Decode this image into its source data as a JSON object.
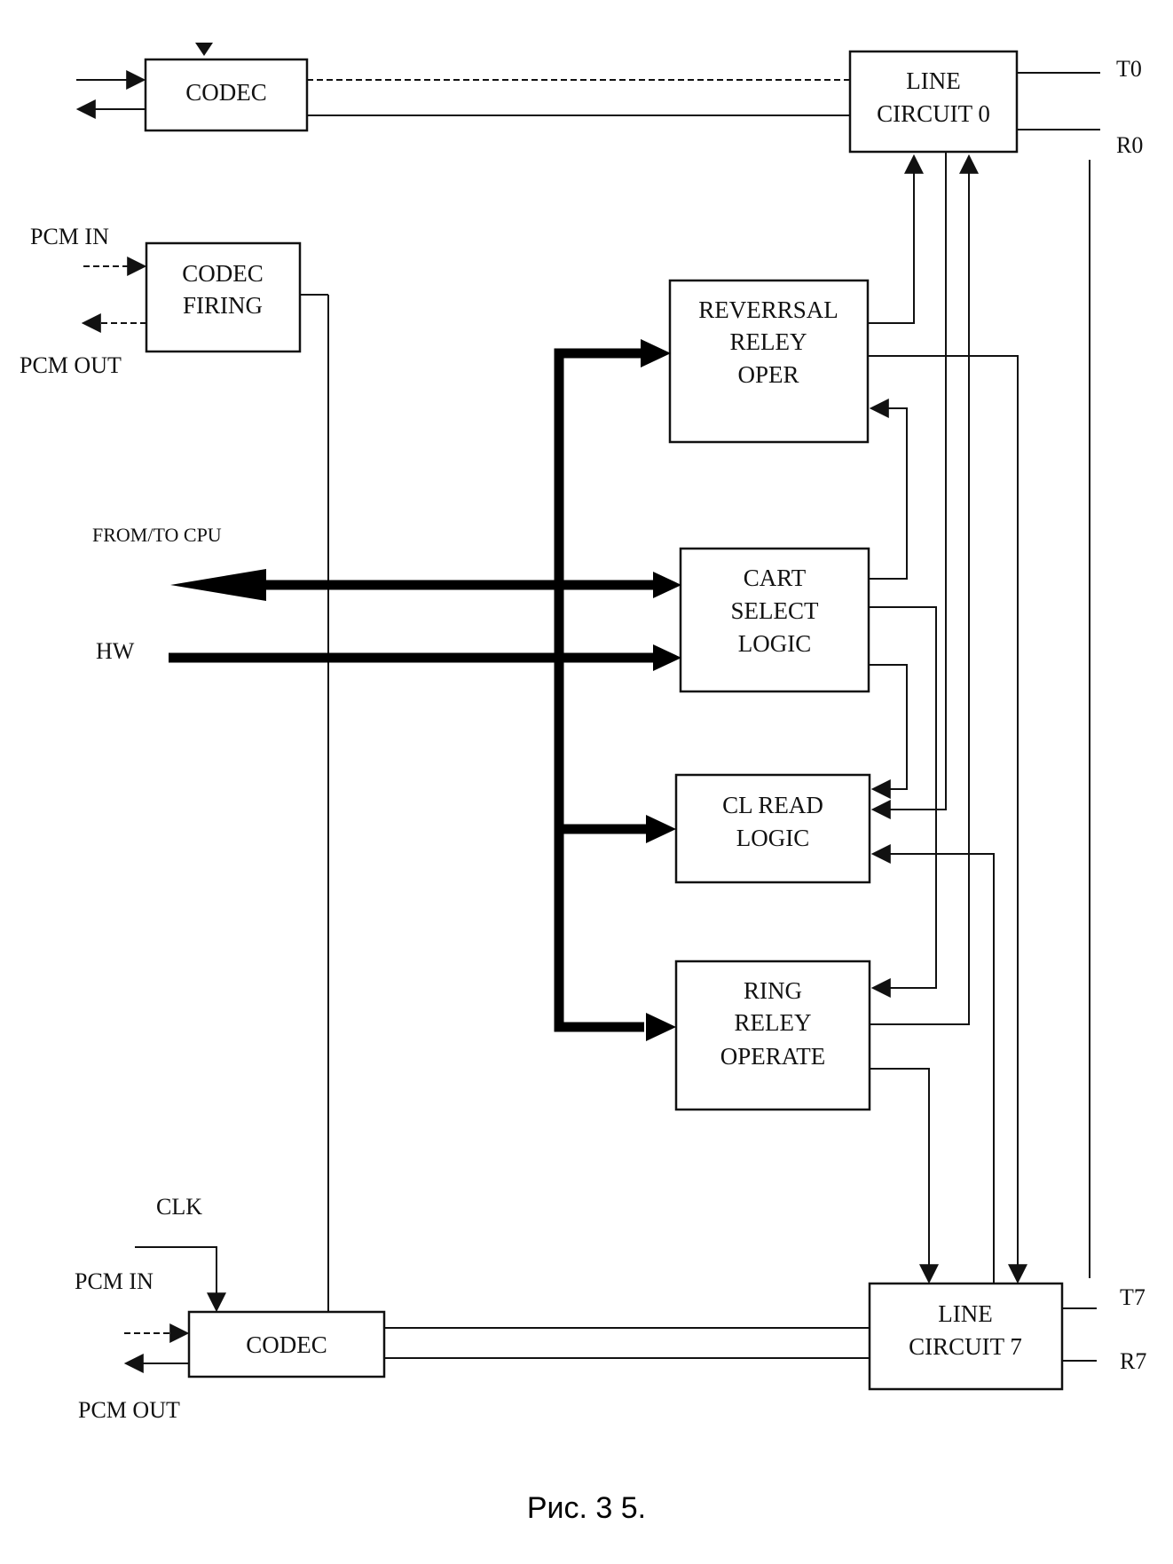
{
  "blocks": {
    "codec_top": [
      "CODEC"
    ],
    "line_circuit_0": [
      "LINE",
      "CIRCUIT 0"
    ],
    "codec_firing": [
      "CODEC",
      "FIRING"
    ],
    "reversal_relay": [
      "REVERRSAL",
      "RELEY",
      "OPER"
    ],
    "cart_select": [
      "CART",
      "SELECT",
      "LOGIC"
    ],
    "cl_read": [
      "CL READ",
      "LOGIC"
    ],
    "ring_relay": [
      "RING",
      "RELEY",
      "OPERATE"
    ],
    "codec_bottom": [
      "CODEC"
    ],
    "line_circuit_7": [
      "LINE",
      "CIRCUIT 7"
    ]
  },
  "labels": {
    "t0": "T0",
    "r0": "R0",
    "t7": "T7",
    "r7": "R7",
    "pcm_in_top": "PCM IN",
    "pcm_out_top": "PCM OUT",
    "from_to_cpu": "FROM/TO CPU",
    "hw": "HW",
    "clk": "CLK",
    "pcm_in_bottom": "PCM IN",
    "pcm_out_bottom": "PCM OUT"
  },
  "caption": "Рис. 3 5."
}
